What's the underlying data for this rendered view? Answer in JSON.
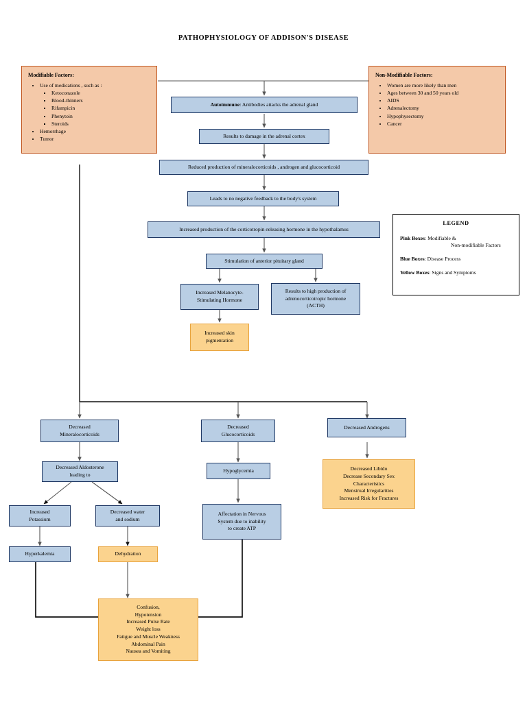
{
  "title": "PATHOPHYSIOLOGY OF ADDISON'S DISEASE",
  "colors": {
    "pink": "#f4c9a9",
    "blue": "#b9cee4",
    "yellow": "#fbd38e",
    "pink_border": "#c0561f",
    "blue_border": "#1f3864",
    "yellow_border": "#e8a33d",
    "connector": "#555555",
    "connector_dark": "#000000"
  },
  "factors": {
    "modifiable": {
      "heading": "Modifiable Factors:",
      "items": [
        {
          "label": "Use of medications , such as :",
          "sub": [
            "Ketoconazole",
            "Blood-thinners",
            "Rifampicin",
            "Phenytoin",
            "Steroids"
          ]
        },
        {
          "label": "Hemorrhage",
          "sub": []
        },
        {
          "label": "Tumor",
          "sub": []
        }
      ]
    },
    "non_modifiable": {
      "heading": "Non-Modifiable Factors:",
      "items": [
        "Women are more likely than men",
        "Ages between 30 and 50 years old",
        "AIDS",
        "Adrenalectomy",
        "Hypophysectomy",
        "Cancer"
      ]
    }
  },
  "legend": {
    "title": "LEGEND",
    "rows": [
      {
        "term": "Pink Boxes",
        "desc": ": Modifiable &",
        "cont": "Non-modifiable Factors"
      },
      {
        "term": "Blue Boxes",
        "desc": ": Disease Process",
        "cont": ""
      },
      {
        "term": "Yellow Boxes",
        "desc": ": Signs and Symptoms",
        "cont": ""
      }
    ]
  },
  "nodes": {
    "autoimmune_bold": "Autoimmune",
    "autoimmune_rest": ": Antibodies attacks the adrenal gland",
    "adrenal_cortex": "Results to damage in the adrenal cortex",
    "reduced_production": "Reduced production of mineralocorticoids , androgen and glucocorticoid",
    "no_feedback": "Leads to no negative feedback to the body's system",
    "crh": "Increased production of the corticotropin-releasing hormone in the hypothalamus",
    "pituitary": "Stimulation of anterior pituitary gland",
    "msh": "Increased Melanocyte-\nStimulating Hormone",
    "acth": "Results to high production of\nadrenocorticotropic hormone\n(ACTH)",
    "skin_pigmentation": "Increased skin\npigmentation",
    "dec_mineralocorticoids": "Decreased\nMineralocorticoids",
    "dec_glucocorticoids": "Decreased\nGlucocorticoids",
    "dec_androgens": "Decreased Androgens",
    "dec_aldosterone": "Decreased Aldosterone\nleading to",
    "hypoglycemia": "Hypoglycemia",
    "androgen_symptoms": "Decreased Libido\nDecrease Secondary Sex\nCharacteristics\nMenstrual Irregularities\nIncreased Risk for Fractures",
    "increased_potassium": "Increased\nPotassium",
    "dec_water_sodium": "Decreased water\nand sodium",
    "nervous_system": "Affectation in Nervous\nSystem due to inability\nto create ATP",
    "hyperkalemia": "Hyperkalemia",
    "dehydration": "Dehydration",
    "general_symptoms": "Confusion,\nHypotension\nIncreased Pulse Rate\nWeight loss\nFatigue and Muscle Weakness\nAbdominal Pain\nNausea and Vomiting"
  }
}
